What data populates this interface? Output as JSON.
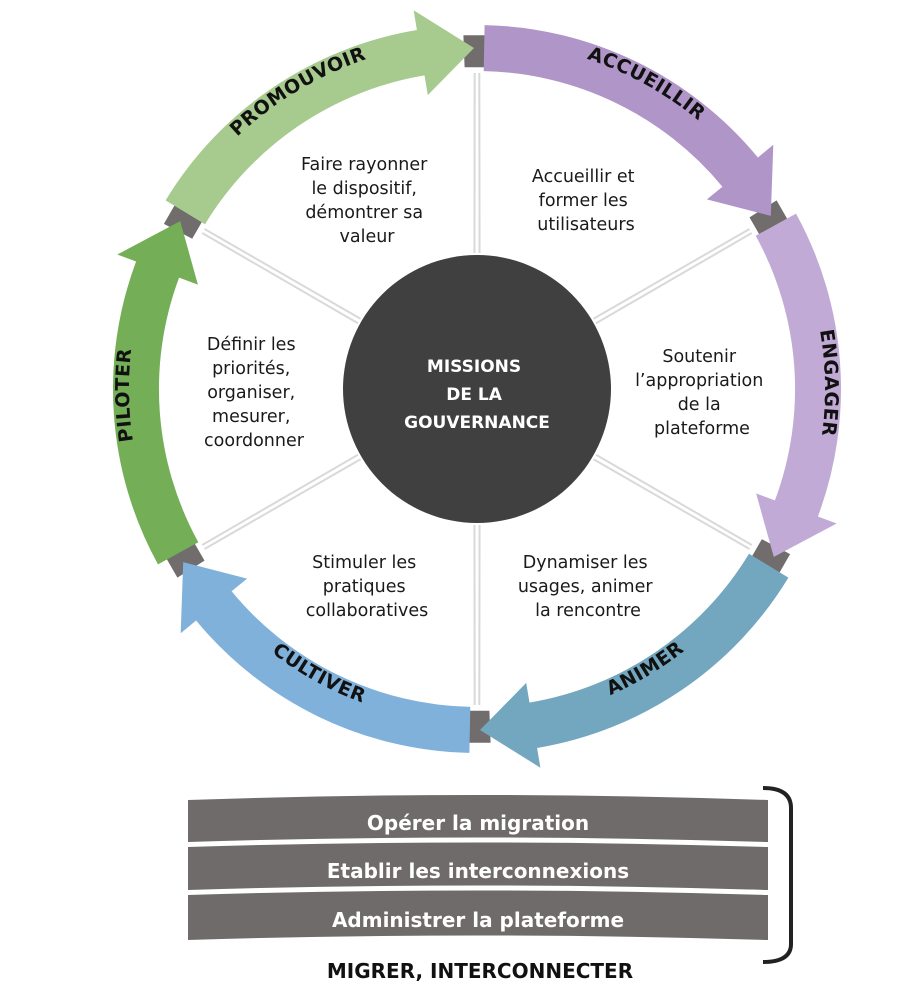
{
  "center": {
    "lines": [
      "MISSIONS",
      "DE LA",
      "GOUVERNANCE"
    ],
    "color": "#404040"
  },
  "segments": [
    {
      "id": "accueillir",
      "label": "ACCUEILLIR",
      "color": "#b095c8",
      "description": [
        "Accueillir et",
        "former les",
        "utilisateurs"
      ]
    },
    {
      "id": "engager",
      "label": "ENGAGER",
      "color": "#c1abd6",
      "description": [
        "Soutenir",
        "l’appropriation",
        "de la",
        "plateforme"
      ]
    },
    {
      "id": "animer",
      "label": "ANIMER",
      "color": "#72a7bf",
      "description": [
        "Dynamiser les",
        "usages, animer",
        "la rencontre"
      ]
    },
    {
      "id": "cultiver",
      "label": "CULTIVER",
      "color": "#80b1da",
      "description": [
        "Stimuler les",
        "pratiques",
        "collaboratives"
      ]
    },
    {
      "id": "piloter",
      "label": "PILOTER",
      "color": "#74ae57",
      "description": [
        "Définir les",
        "priorités,",
        "organiser,",
        "mesurer,",
        "coordonner"
      ]
    },
    {
      "id": "promouvoir",
      "label": "PROMOUVOIR",
      "color": "#a7cb8e",
      "description": [
        "Faire rayonner",
        "le dispositif,",
        "démontrer sa",
        "valeur"
      ]
    }
  ],
  "connector_color": "#706d6c",
  "divider_color": "#d9d9d9",
  "stack": {
    "items": [
      "Opérer la migration",
      "Etablir les interconnexions",
      "Administrer la plateforme"
    ],
    "color": "#6f6b6a",
    "caption": "MIGRER, INTERCONNECTER",
    "bracket_color": "#222222"
  }
}
